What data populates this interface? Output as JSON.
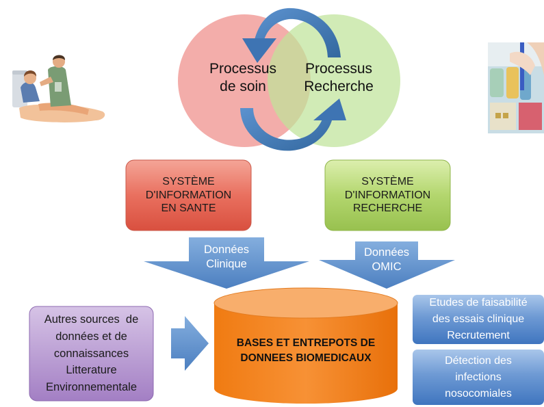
{
  "venn": {
    "left_line1": "Processus",
    "left_line2": "de soin",
    "right_line1": "Processus",
    "right_line2": "Recherche",
    "left_color": "#f3a3a3",
    "right_color": "#c7e6a6",
    "cycle_arrow_color": "#4a81c0"
  },
  "system_boxes": [
    {
      "lines": [
        "SYSTÈME",
        "D'INFORMATION",
        "EN SANTE"
      ],
      "color": "#e8705f"
    },
    {
      "lines": [
        "SYSTÈME",
        "D'INFORMATION",
        "RECHERCHE"
      ],
      "color": "#aacf63"
    }
  ],
  "flow_arrows": [
    {
      "lines": [
        "Données",
        "Clinique"
      ]
    },
    {
      "lines": [
        "Données",
        "OMIC"
      ]
    }
  ],
  "other_sources": {
    "lines": [
      "Autres sources  de",
      "données et de",
      "connaissances",
      "Litterature",
      "Environnementale"
    ],
    "color": "#b190cc"
  },
  "database": {
    "lines": [
      "BASES ET ENTREPOTS DE",
      "DONNEES BIOMEDICAUX"
    ],
    "color": "#f58220"
  },
  "applications": [
    {
      "lines": [
        "Etudes de faisabilité",
        "des essais clinique",
        "Recrutement"
      ]
    },
    {
      "lines": [
        "Détection des",
        "infections",
        "nosocomiales"
      ]
    }
  ],
  "images": {
    "left": "patient-care-illustration",
    "right": "laboratory-research-photo"
  }
}
